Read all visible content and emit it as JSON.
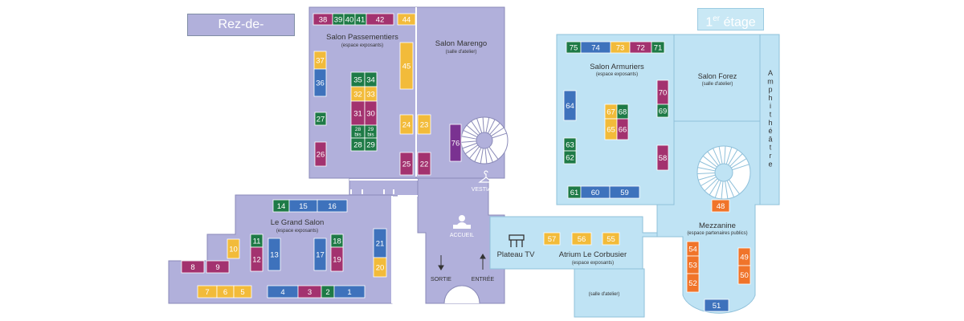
{
  "floors": {
    "ground_label": "Rez-de-chaussée",
    "first_label_num": "1",
    "first_label_sup": "er",
    "first_label_word": " étage"
  },
  "colors": {
    "ground_floor": "#b1b0db",
    "first_floor": "#bfe3f4",
    "green": "#1e7a46",
    "blue": "#3e72bc",
    "purple": "#a3326f",
    "yellow": "#f2bb3a",
    "violet": "#7a3291",
    "orange": "#f0742a"
  },
  "rooms": {
    "passementiers": {
      "name": "Salon Passementiers",
      "sub": "(espace exposants)"
    },
    "marengo": {
      "name": "Salon Marengo",
      "sub": "(salle d'atelier)"
    },
    "grand_salon": {
      "name": "Le Grand Salon",
      "sub": "(espace exposants)"
    },
    "armuriers": {
      "name": "Salon Armuriers",
      "sub": "(espace exposants)"
    },
    "forez": {
      "name": "Salon Forez",
      "sub": "(salle d'atelier)"
    },
    "amphi": {
      "name": "Amphithéâtre"
    },
    "corbusier": {
      "name": "Atrium Le Corbusier",
      "sub": "(espace exposants)"
    },
    "atelier_bas": {
      "sub": "(salle d'atelier)"
    },
    "mezzanine": {
      "name": "Mezzanine",
      "sub": "(espace partenaires publics)"
    },
    "plateau": {
      "name": "Plateau TV"
    }
  },
  "labels": {
    "vestiaire": "VESTIAIRE",
    "accueil": "ACCUEIL",
    "sortie": "SORTIE",
    "entree": "ENTRÉE"
  },
  "stands": [
    {
      "id": "38",
      "color": "purple"
    },
    {
      "id": "39",
      "color": "green"
    },
    {
      "id": "40",
      "color": "green"
    },
    {
      "id": "41",
      "color": "green"
    },
    {
      "id": "42",
      "color": "purple"
    },
    {
      "id": "44",
      "color": "yellow"
    },
    {
      "id": "37",
      "color": "yellow"
    },
    {
      "id": "36",
      "color": "blue"
    },
    {
      "id": "45",
      "color": "yellow"
    },
    {
      "id": "35",
      "color": "green"
    },
    {
      "id": "34",
      "color": "green"
    },
    {
      "id": "32",
      "color": "yellow"
    },
    {
      "id": "33",
      "color": "yellow"
    },
    {
      "id": "31",
      "color": "purple"
    },
    {
      "id": "30",
      "color": "purple"
    },
    {
      "id": "28 bis",
      "color": "green"
    },
    {
      "id": "29 bis",
      "color": "green"
    },
    {
      "id": "28",
      "color": "green"
    },
    {
      "id": "29",
      "color": "green"
    },
    {
      "id": "27",
      "color": "green"
    },
    {
      "id": "26",
      "color": "purple"
    },
    {
      "id": "24",
      "color": "yellow"
    },
    {
      "id": "23",
      "color": "yellow"
    },
    {
      "id": "25",
      "color": "purple"
    },
    {
      "id": "22",
      "color": "purple"
    },
    {
      "id": "76",
      "color": "violet"
    },
    {
      "id": "14",
      "color": "green"
    },
    {
      "id": "15",
      "color": "blue"
    },
    {
      "id": "16",
      "color": "blue"
    },
    {
      "id": "10",
      "color": "yellow"
    },
    {
      "id": "11",
      "color": "green"
    },
    {
      "id": "12",
      "color": "purple"
    },
    {
      "id": "13",
      "color": "blue"
    },
    {
      "id": "17",
      "color": "blue"
    },
    {
      "id": "18",
      "color": "green"
    },
    {
      "id": "19",
      "color": "purple"
    },
    {
      "id": "21",
      "color": "blue"
    },
    {
      "id": "20",
      "color": "yellow"
    },
    {
      "id": "8",
      "color": "purple"
    },
    {
      "id": "9",
      "color": "purple"
    },
    {
      "id": "7",
      "color": "yellow"
    },
    {
      "id": "6",
      "color": "yellow"
    },
    {
      "id": "5",
      "color": "yellow"
    },
    {
      "id": "4",
      "color": "blue"
    },
    {
      "id": "3",
      "color": "purple"
    },
    {
      "id": "2",
      "color": "green"
    },
    {
      "id": "1",
      "color": "blue"
    },
    {
      "id": "75",
      "color": "green"
    },
    {
      "id": "74",
      "color": "blue"
    },
    {
      "id": "73",
      "color": "yellow"
    },
    {
      "id": "72",
      "color": "purple"
    },
    {
      "id": "71",
      "color": "green"
    },
    {
      "id": "70",
      "color": "purple"
    },
    {
      "id": "69",
      "color": "green"
    },
    {
      "id": "64",
      "color": "blue"
    },
    {
      "id": "67",
      "color": "yellow"
    },
    {
      "id": "68",
      "color": "green"
    },
    {
      "id": "65",
      "color": "yellow"
    },
    {
      "id": "66",
      "color": "purple"
    },
    {
      "id": "63",
      "color": "green"
    },
    {
      "id": "62",
      "color": "green"
    },
    {
      "id": "58",
      "color": "purple"
    },
    {
      "id": "61",
      "color": "green"
    },
    {
      "id": "60",
      "color": "blue"
    },
    {
      "id": "59",
      "color": "blue"
    },
    {
      "id": "48",
      "color": "orange"
    },
    {
      "id": "57",
      "color": "yellow"
    },
    {
      "id": "56",
      "color": "yellow"
    },
    {
      "id": "55",
      "color": "yellow"
    },
    {
      "id": "54",
      "color": "orange"
    },
    {
      "id": "53",
      "color": "orange"
    },
    {
      "id": "52",
      "color": "orange"
    },
    {
      "id": "49",
      "color": "orange"
    },
    {
      "id": "50",
      "color": "orange"
    },
    {
      "id": "51",
      "color": "blue"
    }
  ]
}
